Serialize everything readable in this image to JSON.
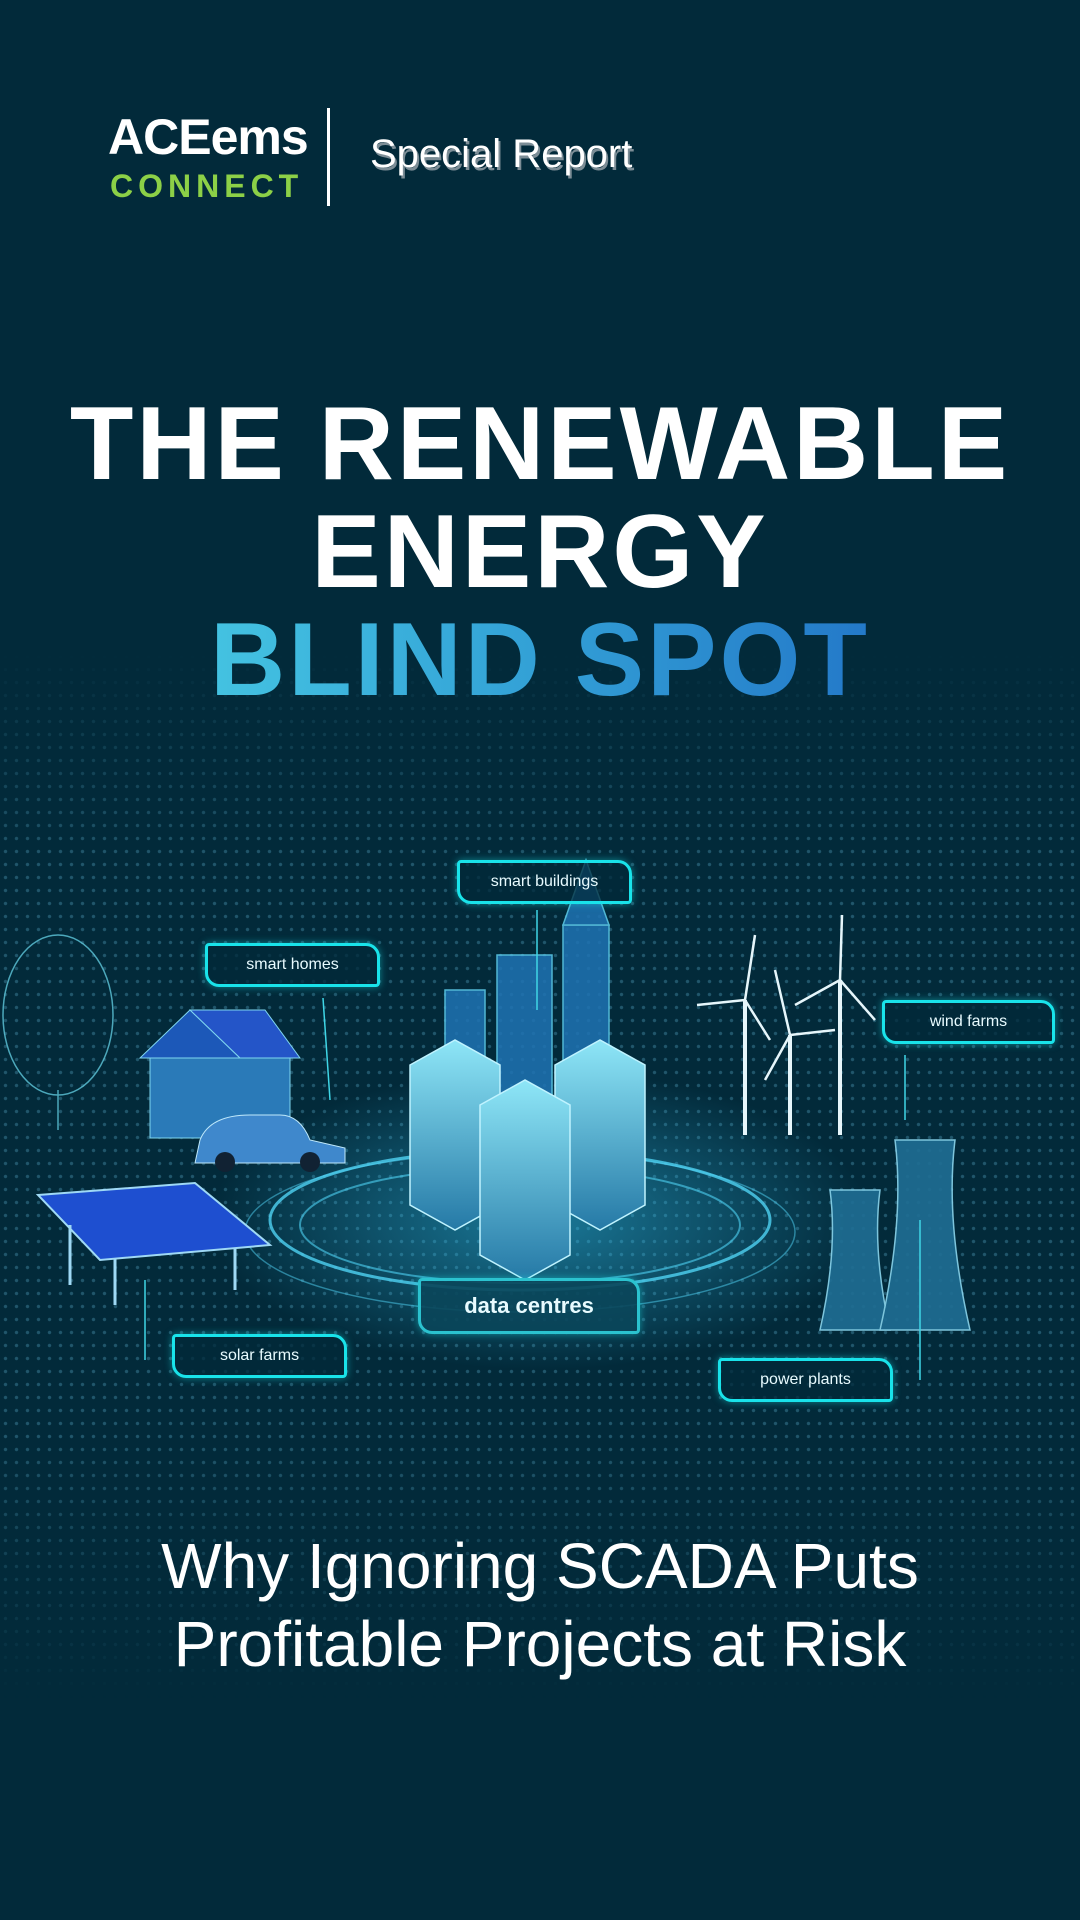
{
  "header": {
    "logo_main": "ACEems",
    "logo_sub": "CONNECT",
    "tag": "Special Report"
  },
  "title": {
    "line1": "THE RENEWABLE",
    "line2": "ENERGY",
    "line3": "BLIND SPOT"
  },
  "illustration": {
    "labels": {
      "smart_buildings": "smart buildings",
      "smart_homes": "smart homes",
      "wind_farms": "wind farms",
      "data_centres": "data centres",
      "solar_farms": "solar farms",
      "power_plants": "power plants"
    }
  },
  "subtitle": {
    "line1": "Why Ignoring SCADA Puts",
    "line2": "Profitable Projects at Risk"
  },
  "colors": {
    "background": "#022a3a",
    "logo_green": "#8cd047",
    "label_cyan": "#19e3ea",
    "gradient_start": "#4fd8e8",
    "gradient_end": "#1a60c0"
  }
}
